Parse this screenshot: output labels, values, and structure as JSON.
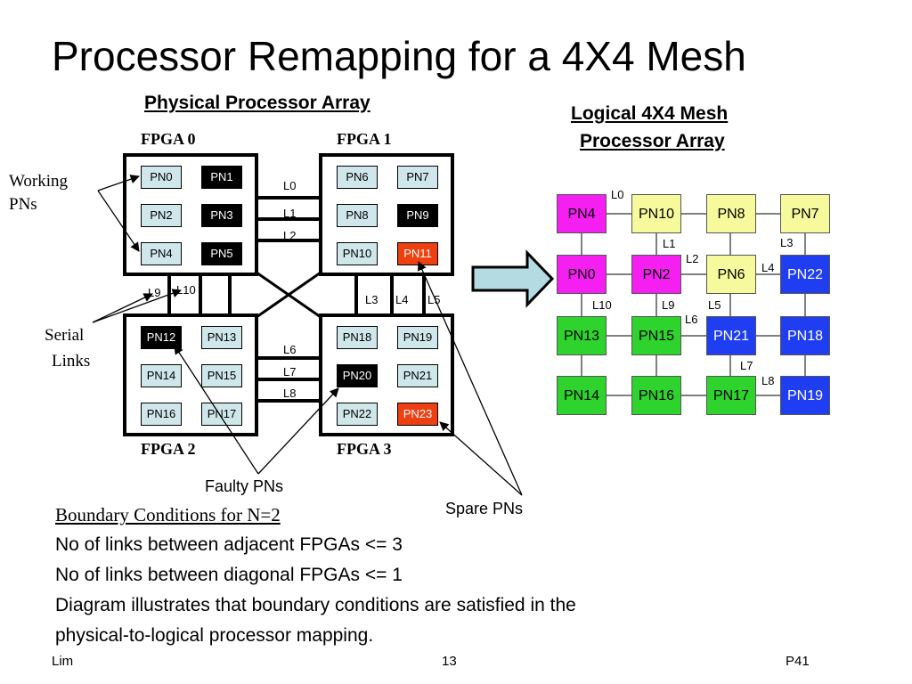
{
  "slide": {
    "title": "Processor Remapping for a 4X4 Mesh",
    "physical_heading": "Physical Processor Array",
    "logical_heading_line1": "Logical 4X4 Mesh",
    "logical_heading_line2": "Processor  Array"
  },
  "fpgas": {
    "fpga0": "FPGA 0",
    "fpga1": "FPGA 1",
    "fpga2": "FPGA 2",
    "fpga3": "FPGA 3"
  },
  "physical_pns": [
    {
      "label": "PN0",
      "state": "working"
    },
    {
      "label": "PN1",
      "state": "faulty"
    },
    {
      "label": "PN2",
      "state": "working"
    },
    {
      "label": "PN3",
      "state": "faulty"
    },
    {
      "label": "PN4",
      "state": "working"
    },
    {
      "label": "PN5",
      "state": "faulty"
    },
    {
      "label": "PN6",
      "state": "working"
    },
    {
      "label": "PN7",
      "state": "working"
    },
    {
      "label": "PN8",
      "state": "working"
    },
    {
      "label": "PN9",
      "state": "faulty"
    },
    {
      "label": "PN10",
      "state": "working"
    },
    {
      "label": "PN11",
      "state": "spare"
    },
    {
      "label": "PN12",
      "state": "faulty"
    },
    {
      "label": "PN13",
      "state": "working"
    },
    {
      "label": "PN14",
      "state": "working"
    },
    {
      "label": "PN15",
      "state": "working"
    },
    {
      "label": "PN16",
      "state": "working"
    },
    {
      "label": "PN17",
      "state": "working"
    },
    {
      "label": "PN18",
      "state": "working"
    },
    {
      "label": "PN19",
      "state": "working"
    },
    {
      "label": "PN20",
      "state": "faulty"
    },
    {
      "label": "PN21",
      "state": "working"
    },
    {
      "label": "PN22",
      "state": "working"
    },
    {
      "label": "PN23",
      "state": "spare"
    }
  ],
  "physical_links": {
    "l0": "L0",
    "l1": "L1",
    "l2": "L2",
    "l3": "L3",
    "l4": "L4",
    "l5": "L5",
    "l6": "L6",
    "l7": "L7",
    "l8": "L8",
    "l9": "L9",
    "l10": "L10"
  },
  "callouts": {
    "working_line1": "Working",
    "working_line2": "PNs",
    "serial_line1": "Serial",
    "serial_line2": "Links",
    "faulty": "Faulty PNs",
    "spare": "Spare PNs"
  },
  "logical_rows": [
    [
      "PN4",
      "PN10",
      "PN8",
      "PN7"
    ],
    [
      "PN0",
      "PN2",
      "PN6",
      "PN22"
    ],
    [
      "PN13",
      "PN15",
      "PN21",
      "PN18"
    ],
    [
      "PN14",
      "PN16",
      "PN17",
      "PN19"
    ]
  ],
  "logical_colors": {
    "magenta": "#f51ff2",
    "yellow": "#f6f99c",
    "blue": "#1f3ef2",
    "green": "#2ed32e"
  },
  "logical_links": {
    "l0": "L0",
    "l1": "L1",
    "l2": "L2",
    "l3": "L3",
    "l4": "L4",
    "l5": "L5",
    "l6": "L6",
    "l7": "L7",
    "l8": "L8",
    "l9": "L9",
    "l10": "L10"
  },
  "bottom": {
    "heading": "Boundary Conditions for N=2",
    "line1": "No of links between adjacent FPGAs <= 3",
    "line2": "No of links between diagonal FPGAs <= 1",
    "line3": "Diagram illustrates that boundary conditions are satisfied in the",
    "line4": "physical-to-logical processor mapping."
  },
  "footer": {
    "left": "Lim",
    "center": "13",
    "right": "P41"
  }
}
